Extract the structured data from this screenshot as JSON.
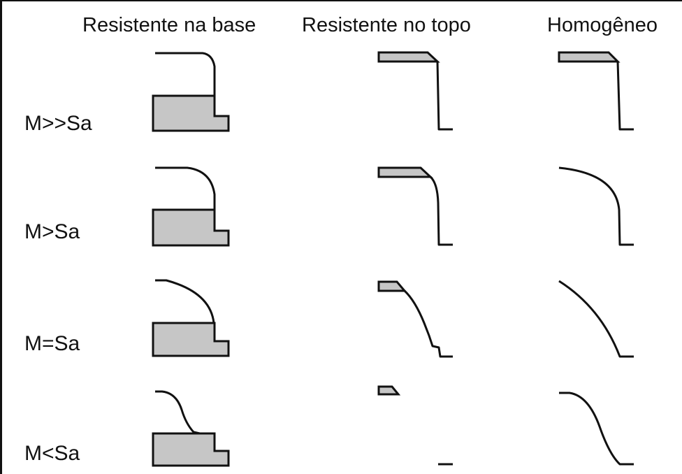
{
  "columns": [
    {
      "label": "Resistente na base"
    },
    {
      "label": "Resistente no topo"
    },
    {
      "label": "Homogêneo"
    }
  ],
  "rows": [
    {
      "label": "M>>Sa"
    },
    {
      "label": "M>Sa"
    },
    {
      "label": "M=Sa"
    },
    {
      "label": "M<Sa"
    }
  ],
  "colors": {
    "fill": "#c6c6c6",
    "line": "#111111",
    "background": "#ffffff"
  }
}
